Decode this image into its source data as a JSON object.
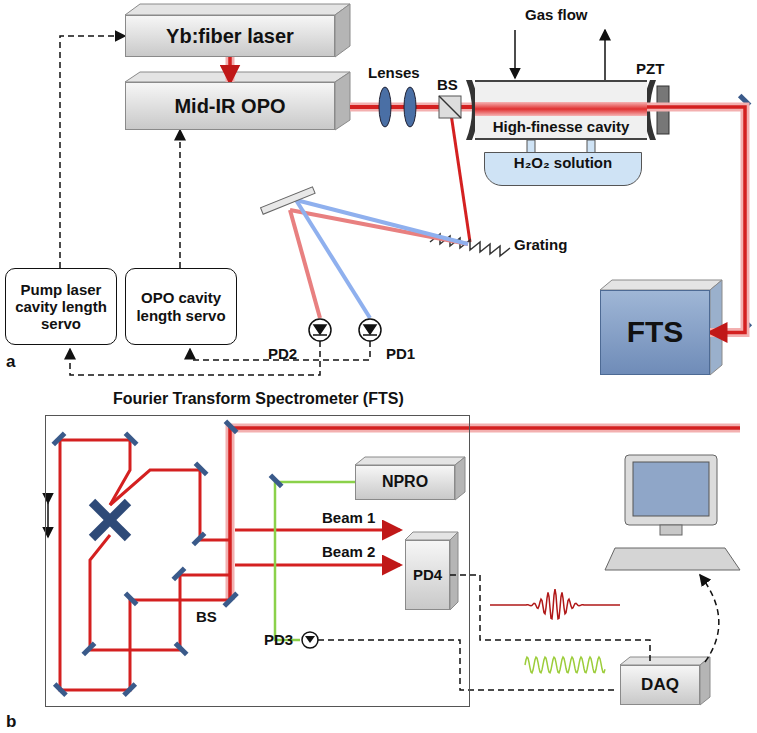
{
  "diagram": {
    "nodes": [
      {
        "text": [
          "Yb:fiber laser"
        ]
      },
      {
        "text": [
          "Mid-IR OPO"
        ]
      },
      {
        "text": [
          "High-finesse cavity"
        ]
      },
      {
        "text": [
          "H₂O₂ solution"
        ]
      },
      {
        "text": [
          "Pump laser cavity length servo"
        ]
      },
      {
        "text": [
          "OPO cavity length servo"
        ]
      },
      {
        "text": [
          "FTS"
        ]
      },
      {
        "text": [
          "Fourier Transform Spectrometer (FTS)"
        ]
      },
      {
        "text": [
          "NPRO"
        ],
        "in": 7
      },
      {
        "text": [
          "PD4"
        ],
        "in": 7
      },
      {
        "text": [
          "DAQ"
        ]
      }
    ],
    "edges": [
      {
        "from": 0,
        "to": 1,
        "arrow": "to"
      },
      {
        "from": 4,
        "to": 0,
        "arrow": "to"
      },
      {
        "from": 5,
        "to": 1,
        "arrow": "to"
      },
      {
        "from": 2,
        "to": 6,
        "arrow": "to"
      },
      {
        "from": 9,
        "to": 10,
        "arrow": "none"
      }
    ],
    "labels": [
      "Gas flow",
      "PZT",
      "Lenses",
      "BS",
      "Grating",
      "PD2",
      "PD1",
      "a",
      "Beam 1",
      "Beam 2",
      "BS",
      "PD3",
      "b"
    ]
  }
}
